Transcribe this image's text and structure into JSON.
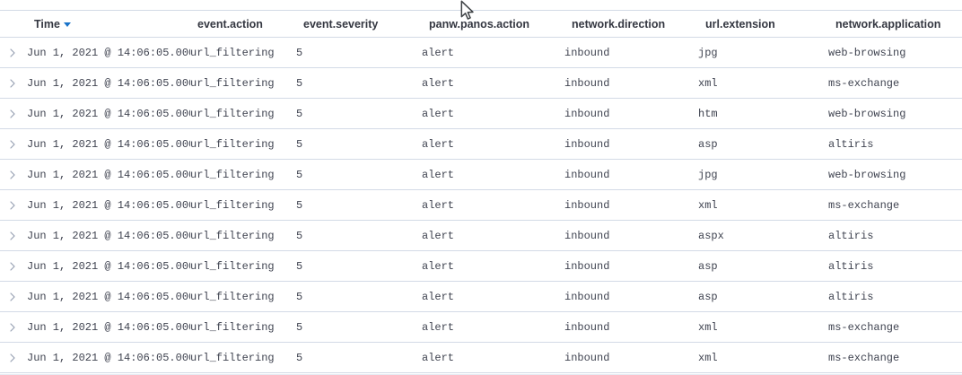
{
  "table": {
    "columns": [
      {
        "key": "expand",
        "label": "",
        "icon": "chevron-right-icon"
      },
      {
        "key": "time",
        "label": "Time",
        "sorted": "desc"
      },
      {
        "key": "action",
        "label": "event.action"
      },
      {
        "key": "severity",
        "label": "event.severity"
      },
      {
        "key": "pan",
        "label": "panw.panos.action"
      },
      {
        "key": "dir",
        "label": "network.direction"
      },
      {
        "key": "ext",
        "label": "url.extension"
      },
      {
        "key": "app",
        "label": "network.application"
      }
    ],
    "rows": [
      {
        "time": "Jun 1, 2021 @ 14:06:05.000",
        "action": "url_filtering",
        "severity": "5",
        "pan": "alert",
        "dir": "inbound",
        "ext": "jpg",
        "app": "web-browsing"
      },
      {
        "time": "Jun 1, 2021 @ 14:06:05.000",
        "action": "url_filtering",
        "severity": "5",
        "pan": "alert",
        "dir": "inbound",
        "ext": "xml",
        "app": "ms-exchange"
      },
      {
        "time": "Jun 1, 2021 @ 14:06:05.000",
        "action": "url_filtering",
        "severity": "5",
        "pan": "alert",
        "dir": "inbound",
        "ext": "htm",
        "app": "web-browsing"
      },
      {
        "time": "Jun 1, 2021 @ 14:06:05.000",
        "action": "url_filtering",
        "severity": "5",
        "pan": "alert",
        "dir": "inbound",
        "ext": "asp",
        "app": "altiris"
      },
      {
        "time": "Jun 1, 2021 @ 14:06:05.000",
        "action": "url_filtering",
        "severity": "5",
        "pan": "alert",
        "dir": "inbound",
        "ext": "jpg",
        "app": "web-browsing"
      },
      {
        "time": "Jun 1, 2021 @ 14:06:05.000",
        "action": "url_filtering",
        "severity": "5",
        "pan": "alert",
        "dir": "inbound",
        "ext": "xml",
        "app": "ms-exchange"
      },
      {
        "time": "Jun 1, 2021 @ 14:06:05.000",
        "action": "url_filtering",
        "severity": "5",
        "pan": "alert",
        "dir": "inbound",
        "ext": "aspx",
        "app": "altiris"
      },
      {
        "time": "Jun 1, 2021 @ 14:06:05.000",
        "action": "url_filtering",
        "severity": "5",
        "pan": "alert",
        "dir": "inbound",
        "ext": "asp",
        "app": "altiris"
      },
      {
        "time": "Jun 1, 2021 @ 14:06:05.000",
        "action": "url_filtering",
        "severity": "5",
        "pan": "alert",
        "dir": "inbound",
        "ext": "asp",
        "app": "altiris"
      },
      {
        "time": "Jun 1, 2021 @ 14:06:05.000",
        "action": "url_filtering",
        "severity": "5",
        "pan": "alert",
        "dir": "inbound",
        "ext": "xml",
        "app": "ms-exchange"
      },
      {
        "time": "Jun 1, 2021 @ 14:06:05.000",
        "action": "url_filtering",
        "severity": "5",
        "pan": "alert",
        "dir": "inbound",
        "ext": "xml",
        "app": "ms-exchange"
      }
    ]
  },
  "colors": {
    "sort_arrow": "#1a73c9",
    "header_text": "#343741",
    "cell_text": "#3f4350",
    "border": "#d3dae6",
    "chevron": "#98a2b3",
    "background": "#ffffff"
  }
}
